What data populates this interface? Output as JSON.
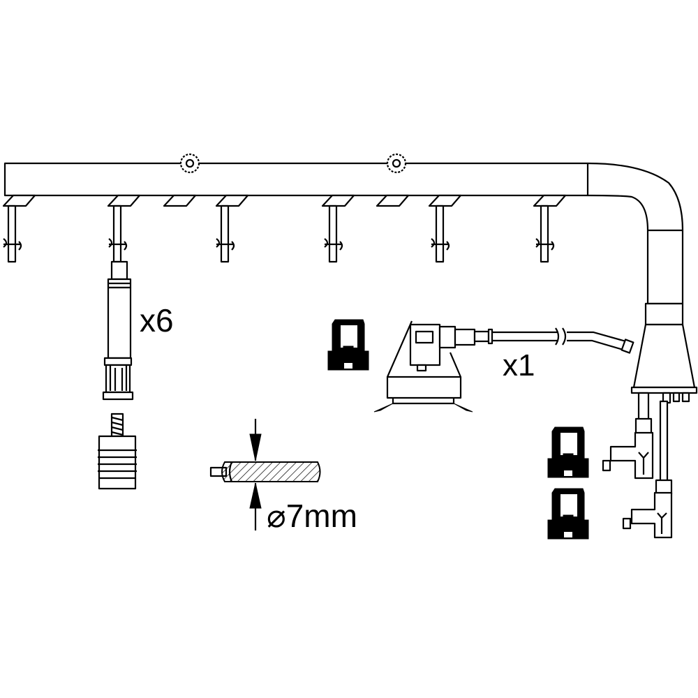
{
  "diagram": {
    "labels": {
      "plug_lead_count": "x6",
      "coil_lead_count": "x1",
      "cable_diameter": "⌀7mm"
    },
    "colors": {
      "line": "#000000",
      "background": "#ffffff"
    },
    "lead_count": 6
  }
}
